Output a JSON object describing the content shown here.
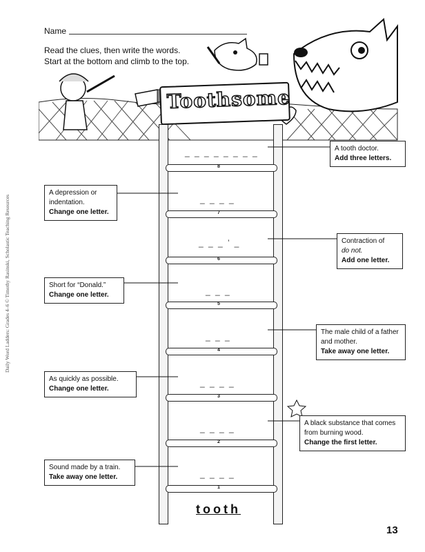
{
  "header": {
    "name_label": "Name",
    "instructions": [
      "Read the clues, then write the words.",
      "Start at the bottom and climb to the top."
    ],
    "title": "Toothsome"
  },
  "sidenote": "Daily Word Ladders: Grades 4–6 © Timothy Rasinski, Scholastic Teaching Resources",
  "start_word": "tooth",
  "page_number": "13",
  "rungs": [
    "1",
    "2",
    "3",
    "4",
    "5",
    "6",
    "7",
    "8"
  ],
  "blanks": {
    "r8": "_ _ _ _ _ _ _ _",
    "r7": "_ _ _ _",
    "r6": "_ _ _ ’ _",
    "r5": "_ _ _",
    "r4": "_ _ _",
    "r3": "_ _ _ _",
    "r2": "_ _ _ _",
    "r1": "_ _ _ _"
  },
  "clues": {
    "c8": {
      "text": "A tooth doctor.",
      "rule": "Add three letters."
    },
    "c7": {
      "text": "A depression or indentation.",
      "rule": "Change one letter."
    },
    "c6": {
      "text_a": "Contraction of",
      "text_b": "do not.",
      "rule": "Add one letter."
    },
    "c5": {
      "text": "Short for “Donald.”",
      "rule": "Change one letter."
    },
    "c4": {
      "text": "The male child of a father and mother.",
      "rule": "Take away one letter."
    },
    "c3": {
      "text": "As quickly as possible.",
      "rule": "Change one letter."
    },
    "c2": {
      "text": "A black substance that comes from burning wood.",
      "rule": "Change the first letter."
    },
    "c1": {
      "text": "Sound made by a train.",
      "rule": "Take away one letter."
    }
  }
}
